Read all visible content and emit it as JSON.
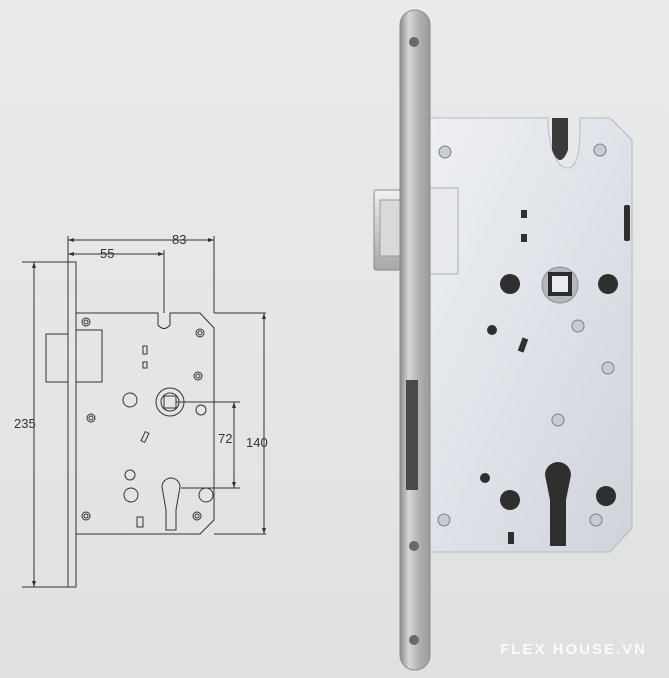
{
  "dimensions": {
    "width_total": "83",
    "backset": "55",
    "height_total": "235",
    "case_height": "140",
    "center_distance": "72"
  },
  "watermark": "FLEX HOUSE.VN",
  "colors": {
    "background": "#e6e7e7",
    "drawing_line": "#333333",
    "steel_faceplate": "#b9b9b9",
    "case_body": "#e2e5ea"
  }
}
